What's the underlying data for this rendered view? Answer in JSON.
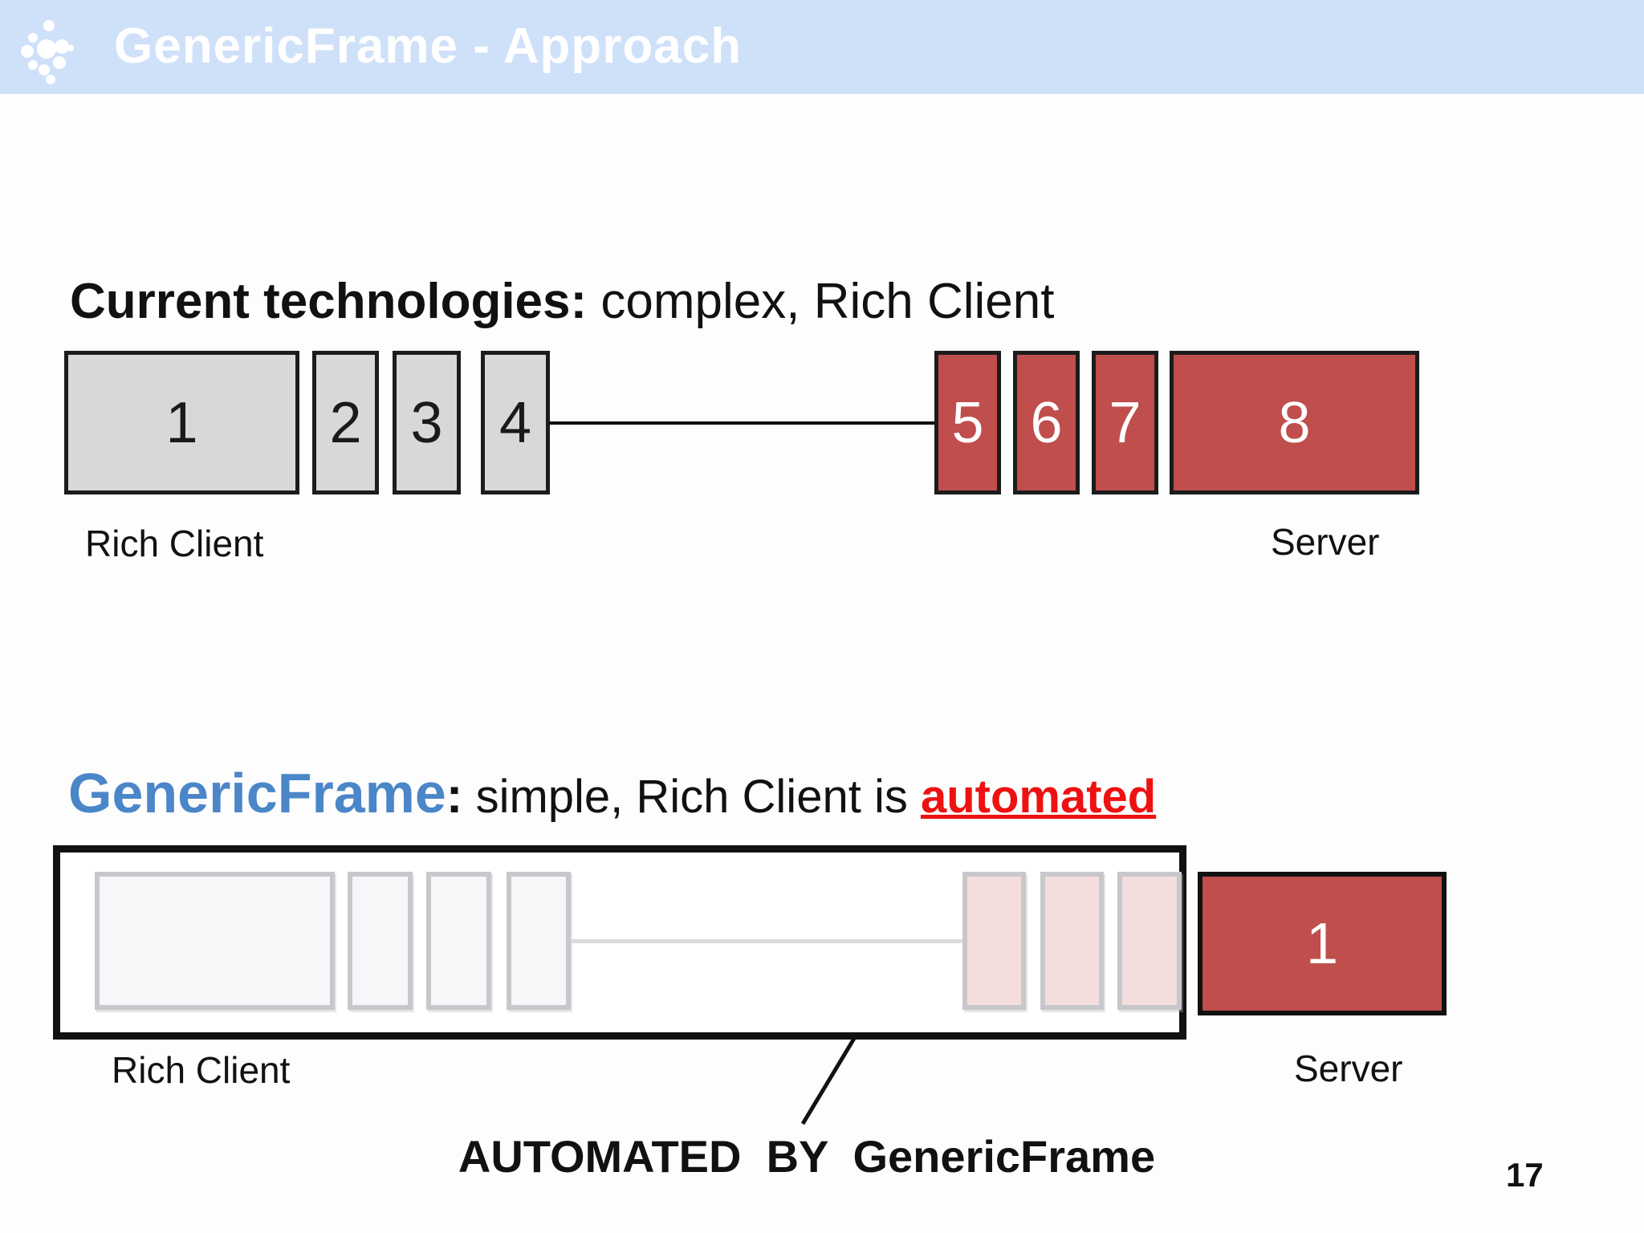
{
  "header": {
    "title": "GenericFrame - Approach",
    "bg_color": "#cfe1f9",
    "text_color": "#ffffff",
    "logo": "dot-cluster-icon"
  },
  "section_current": {
    "heading_bold": "Current technologies:",
    "heading_rest": " complex, Rich Client",
    "client_boxes": [
      "1",
      "2",
      "3",
      "4"
    ],
    "server_boxes": [
      "5",
      "6",
      "7",
      "8"
    ],
    "client_label": "Rich Client",
    "server_label": "Server",
    "colors": {
      "client_fill": "#d8d8d8",
      "server_fill": "#bf4e4c",
      "border": "#1c1c1c"
    }
  },
  "section_generic": {
    "heading_brand": "GenericFrame",
    "heading_colon": ":",
    "heading_mid": " simple, Rich Client is ",
    "heading_em": "automated",
    "server_box": "1",
    "client_label": "Rich Client",
    "server_label": "Server",
    "caption": "AUTOMATED  BY  GenericFrame",
    "colors": {
      "brand_blue": "#4a86c8",
      "em_red": "#ee1111",
      "faded_fill": "#f7f7f9",
      "faded_border": "#c7c7cc",
      "pink_fill": "#f3dedd",
      "server_fill": "#bf4e4c"
    }
  },
  "page_number": "17"
}
